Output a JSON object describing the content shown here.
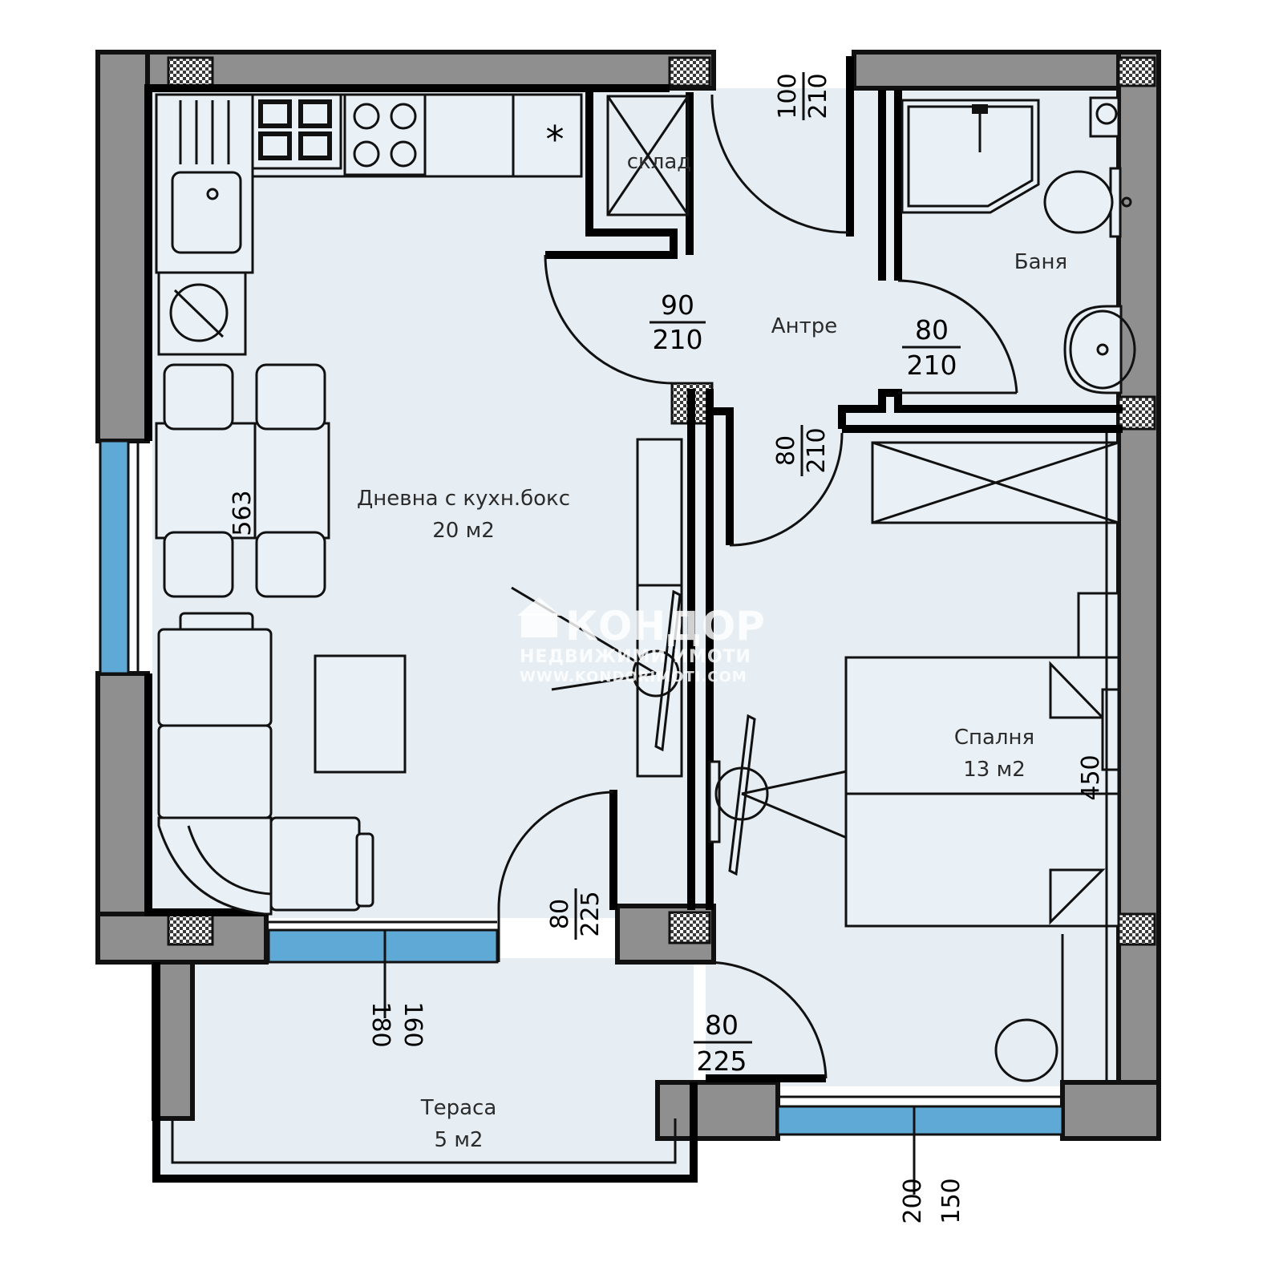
{
  "rooms": {
    "living": {
      "name": "Дневна с кухн.бокс",
      "area": "20 м2"
    },
    "hall": {
      "name": "Антре"
    },
    "bath": {
      "name": "Баня"
    },
    "storage": {
      "name": "склад"
    },
    "bedroom": {
      "name": "Спалня",
      "area": "13 м2"
    },
    "terrace": {
      "name": "Тераса",
      "area": "5 м2"
    }
  },
  "dimensions": {
    "entry_door": {
      "top": "100",
      "bottom": "210"
    },
    "kitchen_door": {
      "top": "90",
      "bottom": "210"
    },
    "bath_door": {
      "top": "80",
      "bottom": "210"
    },
    "bedroom_door": {
      "top": "80",
      "bottom": "210"
    },
    "terrace_door": {
      "top": "80",
      "bottom": "225"
    },
    "bedroom_balcony_door": {
      "top": "80",
      "bottom": "225"
    },
    "living_length": "563",
    "bedroom_length": "450",
    "terrace_window": {
      "left": "180",
      "right": "160"
    },
    "bedroom_window": {
      "left": "200",
      "right": "150"
    }
  },
  "kitchen_symbol": "*",
  "watermark": {
    "brand": "КОНДОР",
    "subtitle": "НЕДВИЖИМИ ИМОТИ",
    "url": "WWW.KONDORIMOTI.COM"
  },
  "colors": {
    "floor": "#e6eef4",
    "wall": "#8f8f8f",
    "glass": "#5fa9d6",
    "ink": "#111111"
  }
}
